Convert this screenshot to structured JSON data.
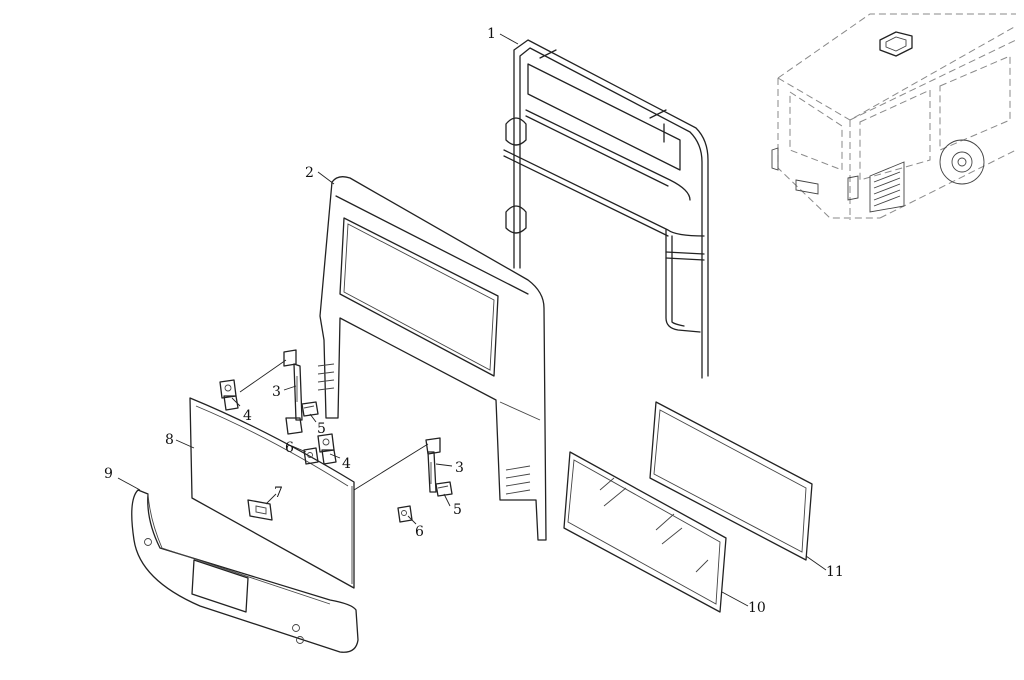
{
  "diagram": {
    "callouts": {
      "c1": "1",
      "c2": "2",
      "c3a": "3",
      "c3b": "3",
      "c4a": "4",
      "c4b": "4",
      "c5a": "5",
      "c5b": "5",
      "c6a": "6",
      "c6b": "6",
      "c7": "7",
      "c8": "8",
      "c9": "9",
      "c10": "10",
      "c11": "11"
    },
    "colors": {
      "line": "#222222",
      "ghost": "#8a8a8a",
      "background": "#ffffff"
    }
  }
}
